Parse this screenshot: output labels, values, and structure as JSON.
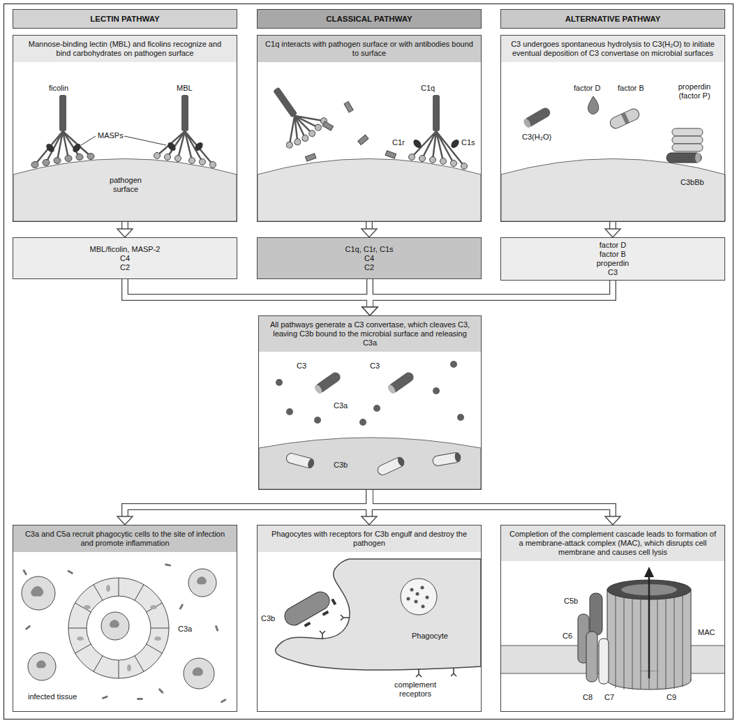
{
  "diagram": {
    "nodes": [
      {
        "text": [
          "LECTIN PATHWAY"
        ]
      },
      {
        "text": [
          "CLASSICAL PATHWAY"
        ]
      },
      {
        "text": [
          "ALTERNATIVE PATHWAY"
        ]
      },
      {
        "text": [
          "Mannose-binding lectin (MBL) and ficolins recognize and bind carbohydrates on pathogen surface"
        ]
      },
      {
        "text": [
          "C1q interacts with pathogen surface or with antibodies bound to surface"
        ]
      },
      {
        "text": [
          "C3 undergoes spontaneous hydrolysis to C3(H₂O) to initiate eventual deposition of C3 convertase on microbial surfaces"
        ]
      },
      {
        "text": [
          "MBL/ficolin, MASP-2",
          "C4",
          "C2"
        ]
      },
      {
        "text": [
          "C1q, C1r, C1s",
          "C4",
          "C2"
        ]
      },
      {
        "text": [
          "factor D",
          "factor B",
          "properdin",
          "C3"
        ]
      },
      {
        "text": [
          "All pathways generate a C3 convertase, which cleaves C3, leaving C3b bound to the microbial surface and releasing C3a"
        ]
      },
      {
        "text": [
          "C3a and C5a recruit phagocytic cells to the site of infection and promote inflammation"
        ]
      },
      {
        "text": [
          "Phagocytes with receptors for C3b engulf and destroy the pathogen"
        ]
      },
      {
        "text": [
          "Completion of the complement cascade leads to formation of a membrane-attack complex (MAC), which disrupts cell membrane and causes cell lysis"
        ]
      }
    ],
    "edges": [
      {
        "from": 3,
        "to": 6,
        "arrow": "to"
      },
      {
        "from": 4,
        "to": 7,
        "arrow": "to"
      },
      {
        "from": 5,
        "to": 8,
        "arrow": "to"
      },
      {
        "from": 6,
        "to": 9,
        "arrow": "to"
      },
      {
        "from": 7,
        "to": 9,
        "arrow": "to"
      },
      {
        "from": 8,
        "to": 9,
        "arrow": "to"
      },
      {
        "from": 9,
        "to": 10,
        "arrow": "to"
      },
      {
        "from": 9,
        "to": 11,
        "arrow": "to"
      },
      {
        "from": 9,
        "to": 12,
        "arrow": "to"
      }
    ],
    "labels": [
      "ficolin",
      "MBL",
      "MASPs",
      "pathogen surface",
      "C1q",
      "C1r",
      "C1s",
      "factor D",
      "factor B",
      "C3(H₂O)",
      "properdin (factor P)",
      "C3bBb",
      "C3",
      "C3a",
      "C3",
      "C3b",
      "C3a",
      "infected tissue",
      "C3b",
      "Phagocyte",
      "complement receptors",
      "C5b",
      "C6",
      "MAC",
      "C8",
      "C7",
      "C9"
    ]
  }
}
